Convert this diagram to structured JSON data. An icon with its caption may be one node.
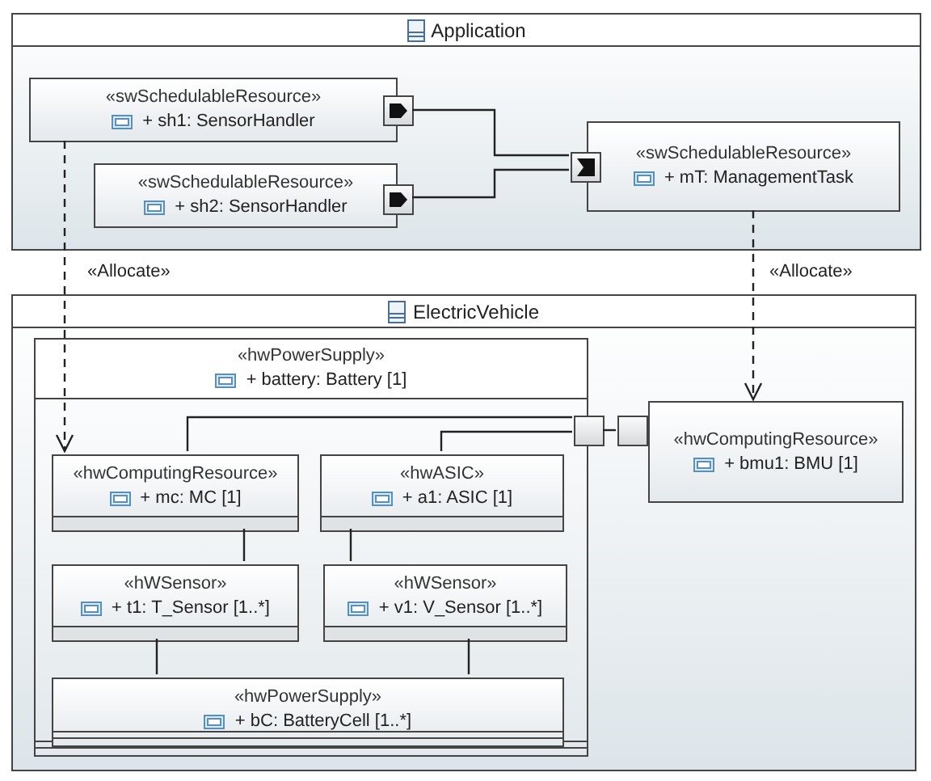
{
  "diagram": {
    "nodes": [
      {
        "text": [
          "Application"
        ]
      },
      {
        "text": [
          "«swSchedulableResource»",
          "+ sh1: SensorHandler"
        ],
        "in": 0
      },
      {
        "text": [
          "«swSchedulableResource»",
          "+ sh2: SensorHandler"
        ],
        "in": 0
      },
      {
        "text": [
          "«swSchedulableResource»",
          "+ mT: ManagementTask"
        ],
        "in": 0
      },
      {
        "text": [],
        "shape": "box",
        "in": 0
      },
      {
        "text": [],
        "shape": "box",
        "in": 0
      },
      {
        "text": [],
        "shape": "box",
        "in": 0
      },
      {
        "text": [
          "ElectricVehicle"
        ]
      },
      {
        "text": [
          "«hwPowerSupply»",
          "+ battery: Battery [1]"
        ],
        "in": 7
      },
      {
        "text": [
          "«hwComputingResource»",
          "+ mc: MC [1]"
        ],
        "in": 8
      },
      {
        "text": [
          "«hwASIC»",
          "+ a1: ASIC [1]"
        ],
        "in": 8
      },
      {
        "text": [
          "«hWSensor»",
          "+ t1: T_Sensor [1..*]"
        ],
        "in": 8
      },
      {
        "text": [
          "«hWSensor»",
          "+ v1: V_Sensor [1..*]"
        ],
        "in": 8
      },
      {
        "text": [
          "«hwPowerSupply»",
          "+ bC: BatteryCell [1..*]"
        ],
        "in": 8
      },
      {
        "text": [],
        "shape": "box",
        "in": 7
      },
      {
        "text": [],
        "shape": "box",
        "in": 7
      },
      {
        "text": [
          "«hwComputingResource»",
          "+ bmu1: BMU [1]"
        ],
        "in": 7
      }
    ],
    "edges": [
      {
        "from": 4,
        "to": 6,
        "arrow": "none"
      },
      {
        "from": 5,
        "to": 6,
        "arrow": "none"
      },
      {
        "from": 1,
        "to": 9,
        "arrow": "to",
        "style": "dashed",
        "label": "«Allocate»"
      },
      {
        "from": 3,
        "to": 16,
        "arrow": "to",
        "style": "dashed",
        "label": "«Allocate»"
      },
      {
        "from": 9,
        "to": 14,
        "arrow": "none"
      },
      {
        "from": 10,
        "to": 14,
        "arrow": "none"
      },
      {
        "from": 9,
        "to": 11,
        "arrow": "none"
      },
      {
        "from": 10,
        "to": 12,
        "arrow": "none"
      },
      {
        "from": 11,
        "to": 13,
        "arrow": "none"
      },
      {
        "from": 12,
        "to": 13,
        "arrow": "none"
      },
      {
        "from": 14,
        "to": 15,
        "arrow": "none"
      }
    ]
  }
}
